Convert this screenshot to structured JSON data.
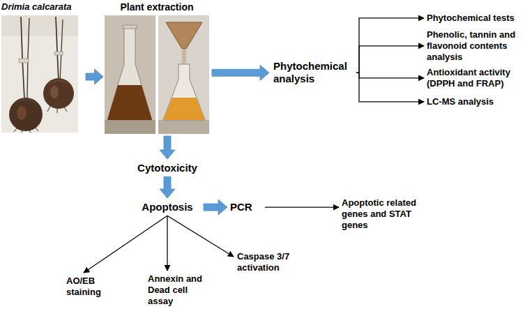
{
  "diagram": {
    "nodes": [
      {
        "text": [
          "Drimia calcarata"
        ]
      },
      {
        "text": [
          "Plant extraction"
        ]
      },
      {
        "text": [
          "Phytochemical analysis"
        ]
      },
      {
        "text": [
          "Phytochemical tests"
        ]
      },
      {
        "text": [
          "Phenolic, tannin and flavonoid contents analysis"
        ]
      },
      {
        "text": [
          "Antioxidant activity (DPPH and FRAP)"
        ]
      },
      {
        "text": [
          "LC-MS analysis"
        ]
      },
      {
        "text": [
          "Cytotoxicity"
        ]
      },
      {
        "text": [
          "Apoptosis"
        ]
      },
      {
        "text": [
          "PCR"
        ]
      },
      {
        "text": [
          "Apoptotic related genes and STAT genes"
        ]
      },
      {
        "text": [
          "AO/EB staining"
        ]
      },
      {
        "text": [
          "Annexin and Dead cell assay"
        ]
      },
      {
        "text": [
          "Caspase 3/7 activation"
        ]
      }
    ],
    "edges": [
      {
        "from": 0,
        "to": 1,
        "arrow": "to"
      },
      {
        "from": 1,
        "to": 2,
        "arrow": "to"
      },
      {
        "from": 2,
        "to": 3,
        "arrow": "to"
      },
      {
        "from": 2,
        "to": 4,
        "arrow": "to"
      },
      {
        "from": 2,
        "to": 5,
        "arrow": "to"
      },
      {
        "from": 2,
        "to": 6,
        "arrow": "to"
      },
      {
        "from": 1,
        "to": 7,
        "arrow": "to"
      },
      {
        "from": 7,
        "to": 8,
        "arrow": "to"
      },
      {
        "from": 8,
        "to": 9,
        "arrow": "to"
      },
      {
        "from": 9,
        "to": 10,
        "arrow": "to"
      },
      {
        "from": 8,
        "to": 11,
        "arrow": "to"
      },
      {
        "from": 8,
        "to": 12,
        "arrow": "to"
      },
      {
        "from": 8,
        "to": 13,
        "arrow": "to"
      }
    ]
  }
}
